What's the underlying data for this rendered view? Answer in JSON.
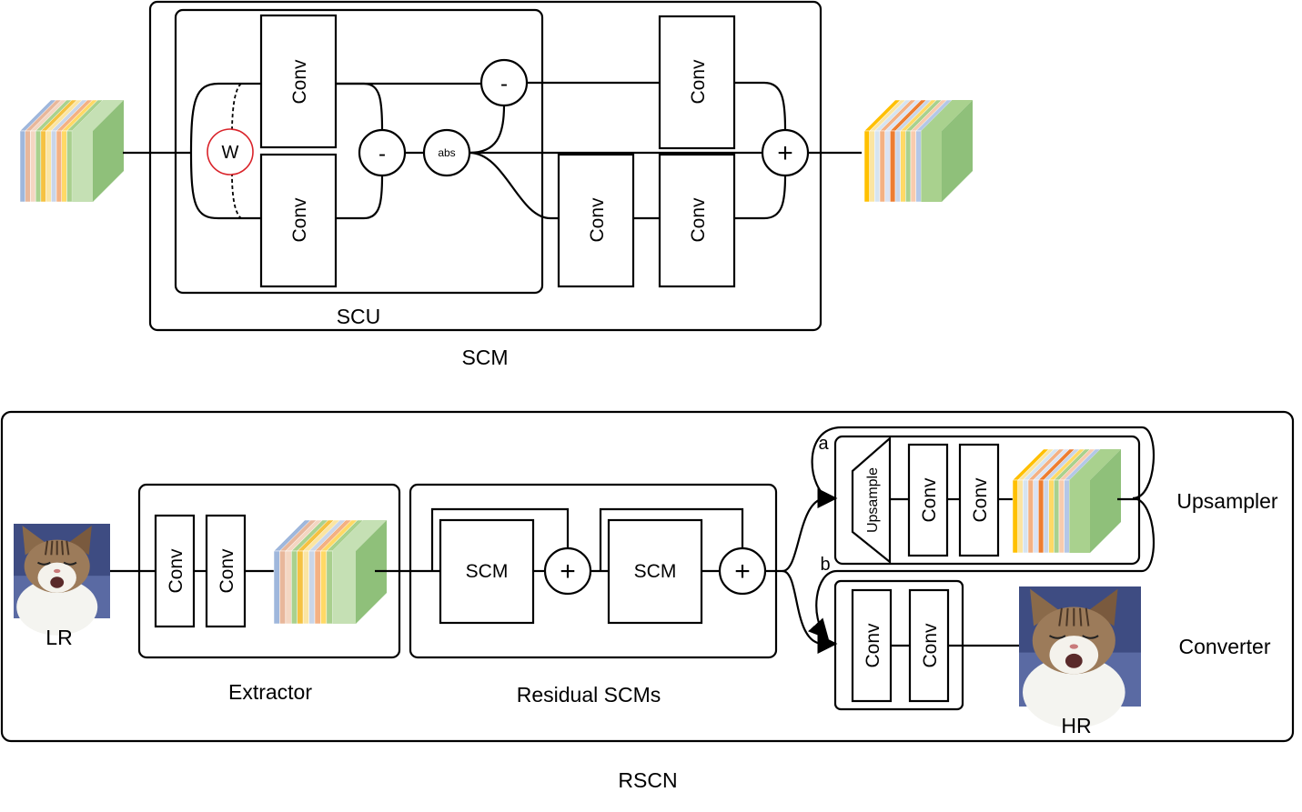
{
  "scm": {
    "title": "SCM",
    "scu_label": "SCU",
    "conv": "Conv",
    "weight": "W",
    "minus": "-",
    "abs": "abs",
    "plus": "+"
  },
  "rscn": {
    "title": "RSCN",
    "lr": "LR",
    "hr": "HR",
    "extractor": "Extractor",
    "residual": "Residual SCMs",
    "scm": "SCM",
    "conv": "Conv",
    "upsample": "Upsample",
    "upsampler": "Upsampler",
    "converter": "Converter",
    "path_a": "a",
    "path_b": "b",
    "plus": "+"
  },
  "colors": {
    "weight_red": "#d9232a",
    "feature_stripes": [
      "#9fb7dc",
      "#e8b79b",
      "#f4d6c2",
      "#a9d18e",
      "#f5c242",
      "#fbe5a2",
      "#c9d5e8",
      "#f4b183",
      "#ffd966",
      "#a9d08e"
    ],
    "feature_right_stripes": [
      "#ffc000",
      "#fbe5a2",
      "#d6e4f0",
      "#f4b183",
      "#dae3f3",
      "#ed7d31",
      "#c9d5e8",
      "#ffd966",
      "#a9d18e",
      "#f8cbad",
      "#b4c7e7"
    ]
  },
  "icons": [
    "cat-photo-lr",
    "cat-photo-hr",
    "feature-map-cube"
  ]
}
